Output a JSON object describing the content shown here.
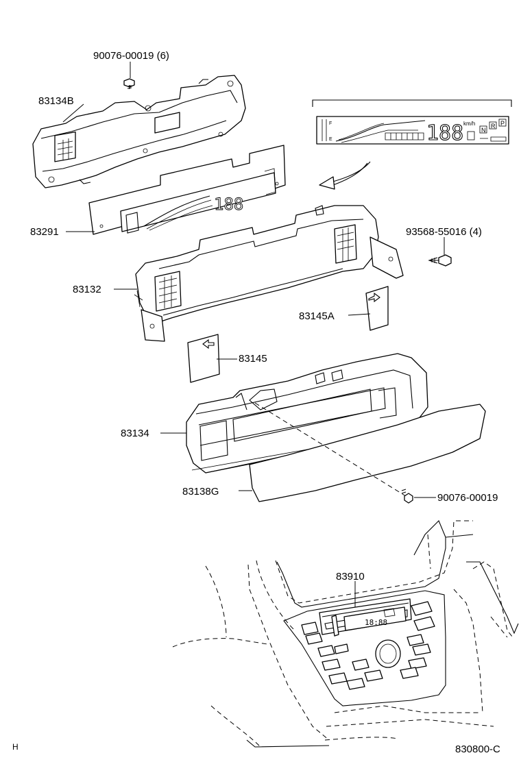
{
  "labels": {
    "screw_top": "90076-00019 (6)",
    "bracket": "83134B",
    "display_board": "83291",
    "bolt": "93568-55016 (4)",
    "case": "83132",
    "label_a": "83145A",
    "label": "83145",
    "cluster": "83134",
    "lens": "83138G",
    "screw_bottom": "90076-00019",
    "clock": "83910"
  },
  "footer": {
    "left_code": "H",
    "diagram_code": "830800-C"
  },
  "lcd_readout": {
    "digits": "188",
    "unit": "km/h",
    "gears": [
      "N",
      "R",
      "P"
    ]
  },
  "clock_readout": "18:88"
}
